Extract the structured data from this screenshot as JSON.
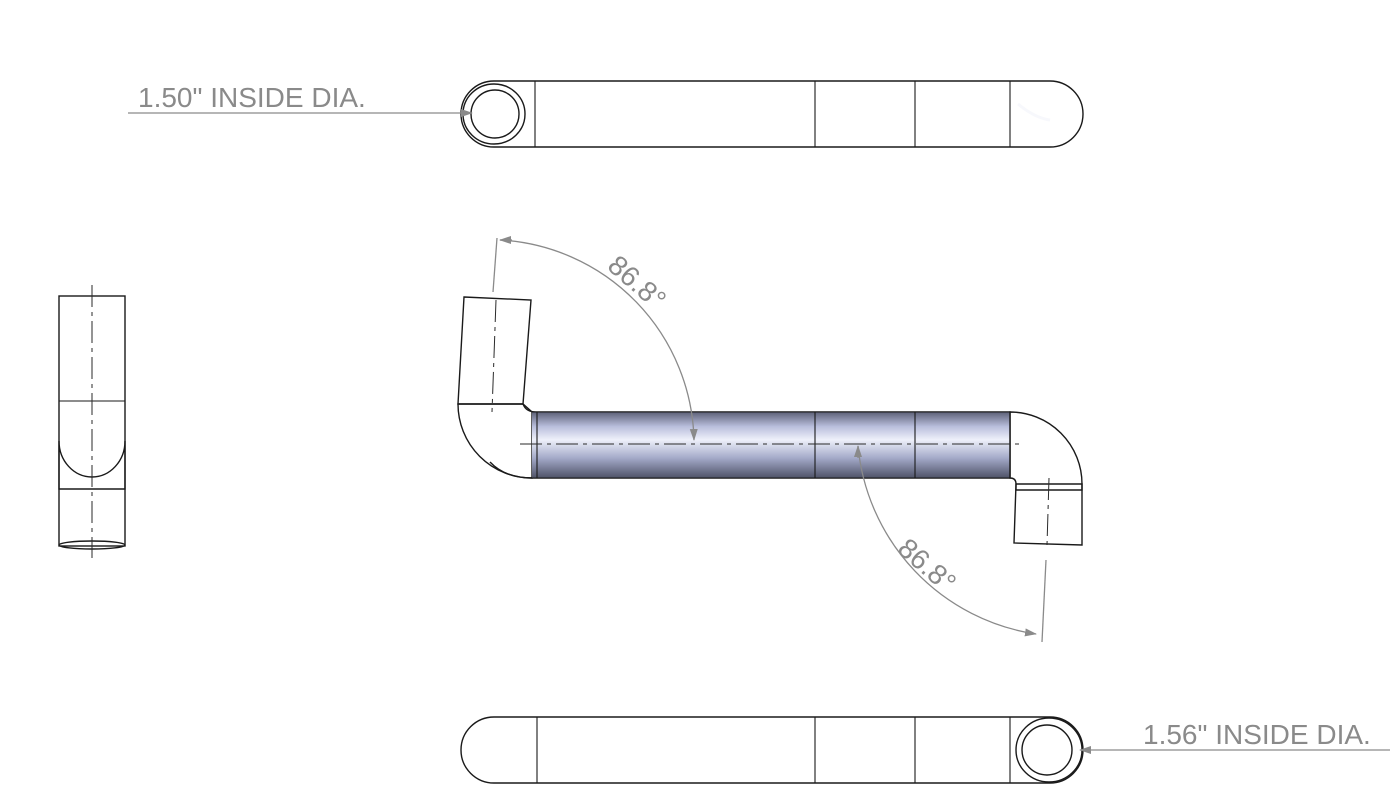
{
  "annotations": {
    "top_inside_dia": "1.50\" INSIDE DIA.",
    "bottom_inside_dia": "1.56\" INSIDE DIA.",
    "angle_upper": "86.8°",
    "angle_lower": "86.8°"
  },
  "colors": {
    "tube_light": "#e8eaf6",
    "tube_mid": "#aab0d0",
    "tube_dark": "#5d6178",
    "outline": "#1a1a1a",
    "dimension": "#8a8a8a"
  }
}
